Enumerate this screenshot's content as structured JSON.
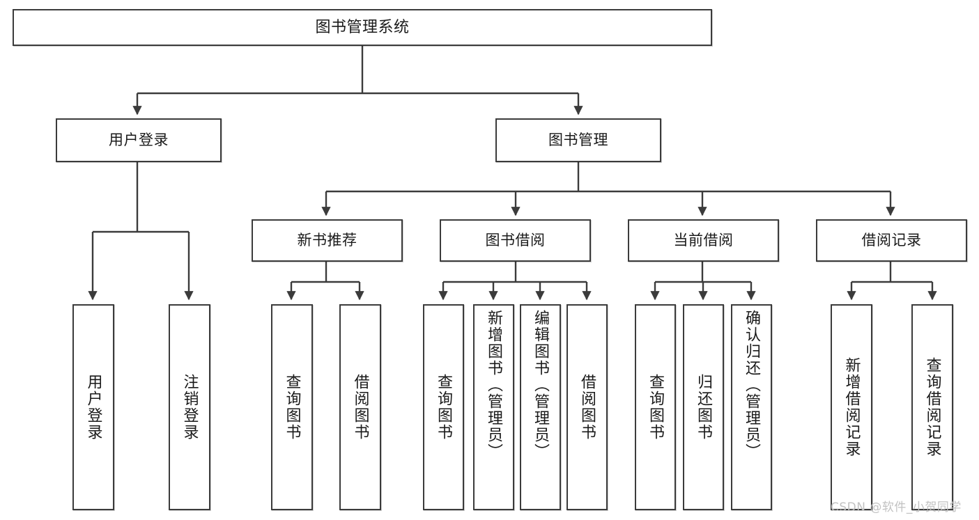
{
  "diagram": {
    "title": "图书管理系统",
    "type": "tree-hierarchy-diagram",
    "watermark": "CSDN @软件_小贺同学",
    "colors": {
      "stroke": "#3b3b3b",
      "fill": "#ffffff",
      "text": "#1a1a1a",
      "watermark": "#c2c2c2"
    }
  },
  "nodes": {
    "root": {
      "label": "图书管理系统"
    },
    "level2": [
      {
        "id": "user-login",
        "label": "用户登录"
      },
      {
        "id": "book-manage",
        "label": "图书管理"
      }
    ],
    "level3": [
      {
        "id": "new-book-recommend",
        "label": "新书推荐"
      },
      {
        "id": "book-borrow",
        "label": "图书借阅"
      },
      {
        "id": "current-borrow",
        "label": "当前借阅"
      },
      {
        "id": "borrow-record",
        "label": "借阅记录"
      }
    ],
    "leaves": {
      "user_login": [
        {
          "id": "leaf-user-login",
          "label": "用户登录"
        },
        {
          "id": "leaf-logout-login",
          "label": "注销登录"
        }
      ],
      "new_book_recommend": [
        {
          "id": "leaf-query-book-1",
          "label": "查询图书"
        },
        {
          "id": "leaf-borrow-book-1",
          "label": "借阅图书"
        }
      ],
      "book_borrow": [
        {
          "id": "leaf-query-book-2",
          "label": "查询图书"
        },
        {
          "id": "leaf-add-book",
          "label": "新增图书（管理员）"
        },
        {
          "id": "leaf-edit-book",
          "label": "编辑图书（管理员）"
        },
        {
          "id": "leaf-borrow-book-2",
          "label": "借阅图书"
        }
      ],
      "current_borrow": [
        {
          "id": "leaf-query-book-3",
          "label": "查询图书"
        },
        {
          "id": "leaf-return-book",
          "label": "归还图书"
        },
        {
          "id": "leaf-confirm-return",
          "label": "确认归还（管理员）"
        }
      ],
      "borrow_record": [
        {
          "id": "leaf-add-borrow-record",
          "label": "新增借阅记录"
        },
        {
          "id": "leaf-query-borrow-record",
          "label": "查询借阅记录"
        }
      ]
    }
  }
}
